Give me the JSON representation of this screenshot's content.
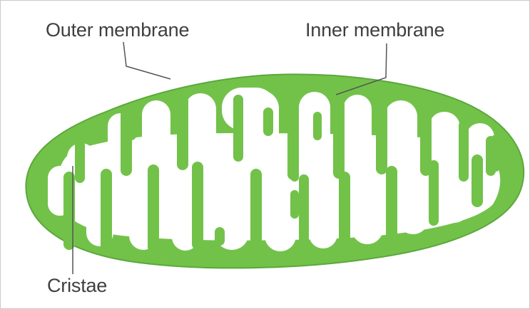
{
  "diagram": {
    "labels": {
      "outer_membrane": "Outer membrane",
      "inner_membrane": "Inner membrane",
      "cristae": "Cristae"
    },
    "colors": {
      "membrane_green": "#72c24a",
      "membrane_edge": "#5aa83a",
      "matrix_white": "#ffffff",
      "label_text": "#3f3f3f",
      "leader_line": "#555555",
      "border": "#c9c9c9"
    }
  }
}
